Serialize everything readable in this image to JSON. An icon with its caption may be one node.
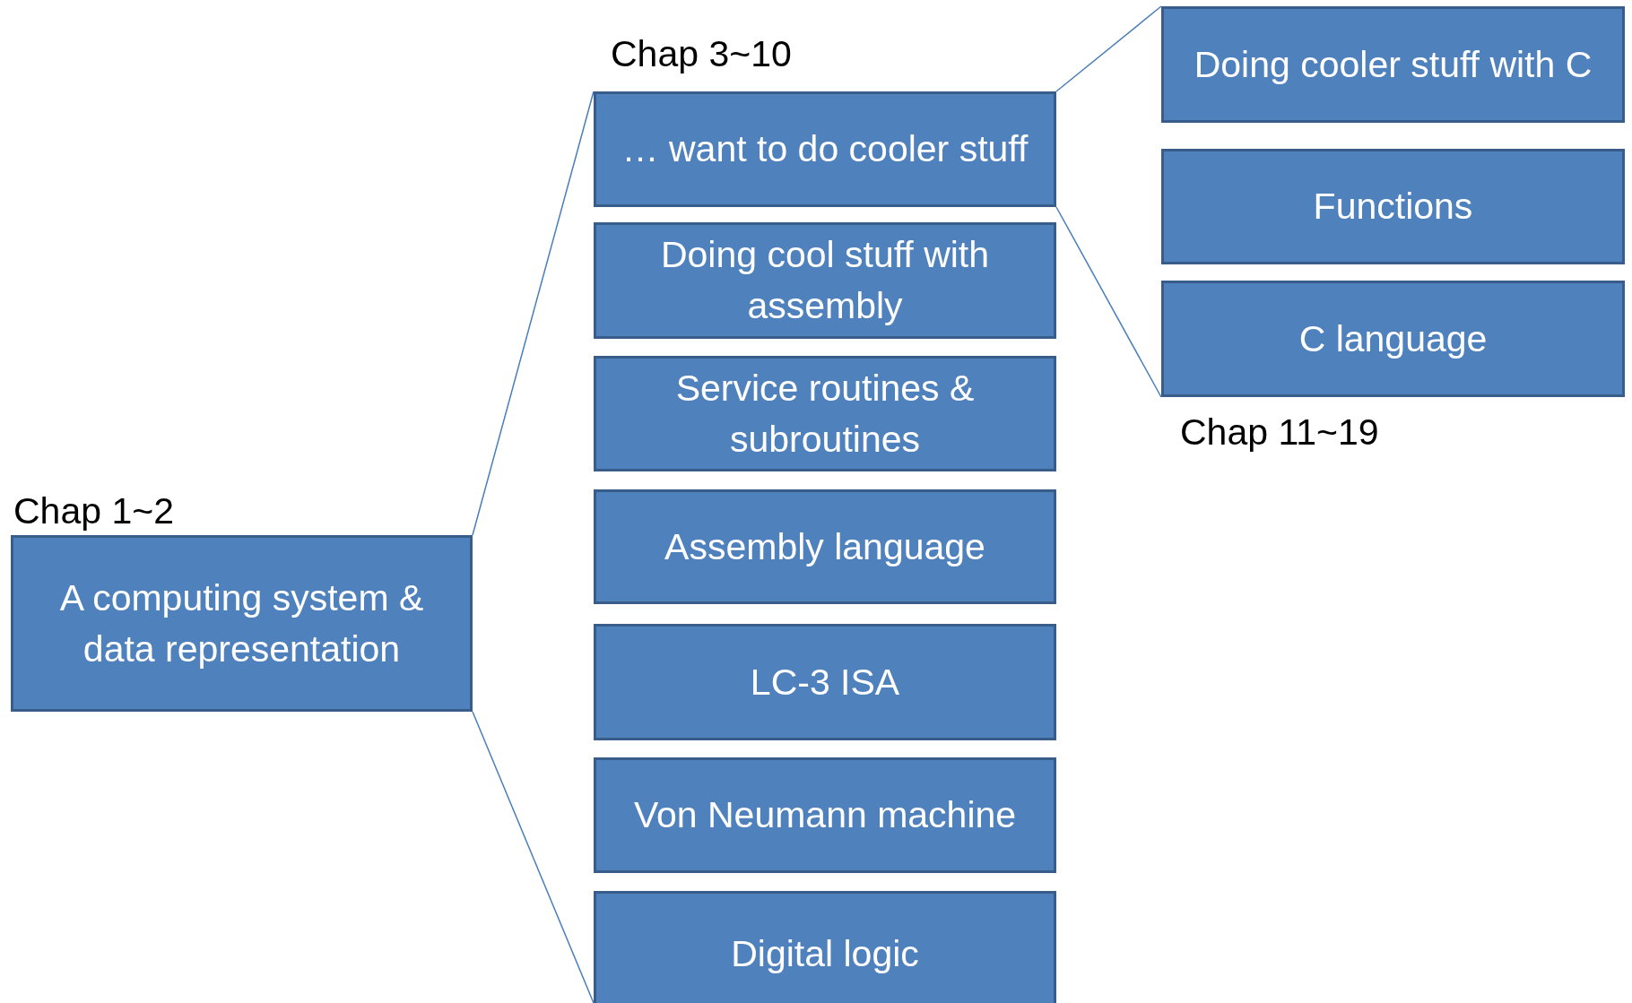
{
  "diagram": {
    "nodes": [
      {
        "text": [
          "A computing system & data representation"
        ],
        "beside": [
          "Chap 1~2"
        ]
      },
      {
        "text": [
          "… want to do cooler stuff"
        ]
      },
      {
        "text": [
          "Doing cool stuff with assembly"
        ]
      },
      {
        "text": [
          "Service routines & subroutines"
        ]
      },
      {
        "text": [
          "Assembly language"
        ]
      },
      {
        "text": [
          "LC-3 ISA"
        ]
      },
      {
        "text": [
          "Von Neumann machine"
        ]
      },
      {
        "text": [
          "Digital logic"
        ]
      },
      {
        "text": [
          "Doing cooler stuff with C"
        ]
      },
      {
        "text": [
          "Functions"
        ]
      },
      {
        "text": [
          "C language"
        ]
      }
    ],
    "edges": [
      {
        "from": 0,
        "to": 1,
        "arrow": "none"
      },
      {
        "from": 0,
        "to": 7,
        "arrow": "none"
      },
      {
        "from": 1,
        "to": 8,
        "arrow": "none"
      },
      {
        "from": 1,
        "to": 10,
        "arrow": "none"
      }
    ],
    "labels": [
      "Chap 3~10",
      "Chap 11~19"
    ]
  }
}
